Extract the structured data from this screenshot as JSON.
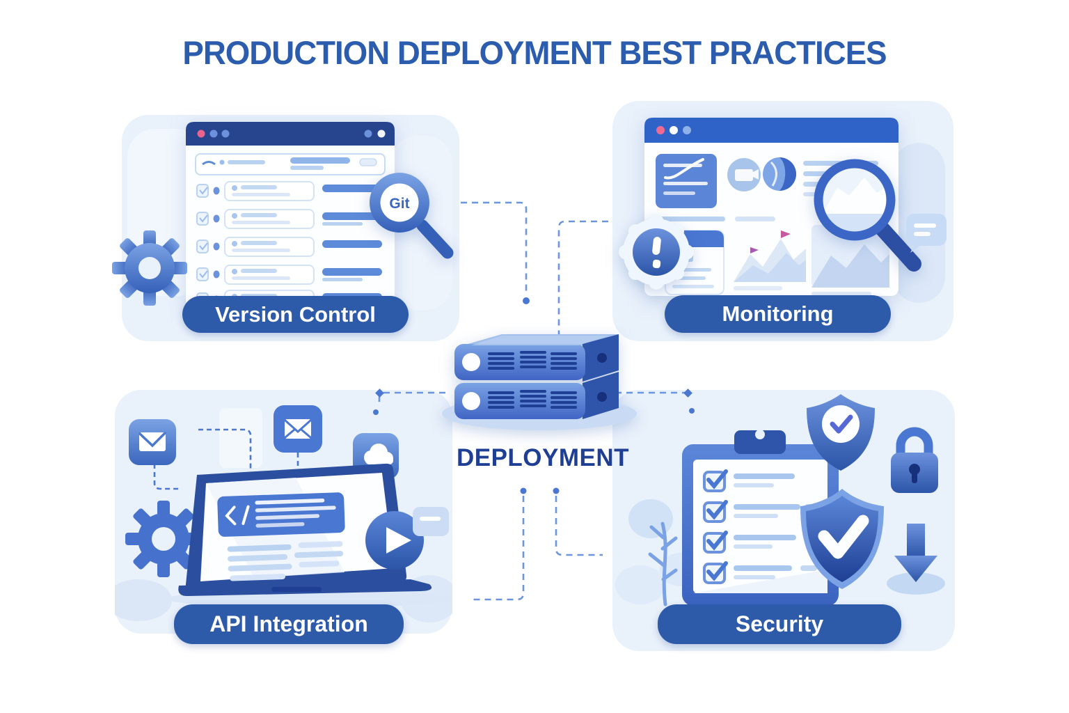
{
  "title": "PRODUCTION DEPLOYMENT BEST PRACTICES",
  "center": {
    "label": "DEPLOYMENT",
    "icon": "server-stack-icon"
  },
  "quadrants": [
    {
      "id": "version-control",
      "label": "Version Control",
      "badge": "Git",
      "icons": [
        "browser-window-icon",
        "commit-list-rows",
        "git-magnifier-icon",
        "gear-icon"
      ]
    },
    {
      "id": "monitoring",
      "label": "Monitoring",
      "icons": [
        "browser-window-icon",
        "alert-badge-icon",
        "checklist-panel-icon",
        "camera-icon",
        "globe-icon",
        "area-chart",
        "magnifier-chart-icon",
        "speech-bubble-icon"
      ]
    },
    {
      "id": "api-integration",
      "label": "API Integration",
      "icons": [
        "envelope-icon",
        "envelope-outline-icon",
        "cloud-icon",
        "laptop-code-icon",
        "gear-icon",
        "play-button-icon",
        "speech-bubble-icon"
      ]
    },
    {
      "id": "security",
      "label": "Security",
      "icons": [
        "checklist-clipboard-icon",
        "shield-check-icon",
        "padlock-icon",
        "shield-big-check-icon",
        "download-arrow-icon",
        "tree-branch"
      ]
    }
  ],
  "colors": {
    "title_text": "#2b5cad",
    "pill_bg": "#2d5aa9",
    "pill_text": "#ffffff",
    "card_bg": "#e9f1fb",
    "navy": "#1e3f94",
    "accent_blue": "#4a77d2",
    "dark_titlebar": "#27458f",
    "bright_titlebar": "#2f63c7",
    "solid_bar": "#5d8ad9",
    "light_bar": "#a9c6ef",
    "outline_bar": "#c9dcf5",
    "connector": "#6b96dd",
    "dot_pink": "#e8648c",
    "flag_purple": "#a85ab0",
    "shadow_blue": "#c9dbf4"
  }
}
